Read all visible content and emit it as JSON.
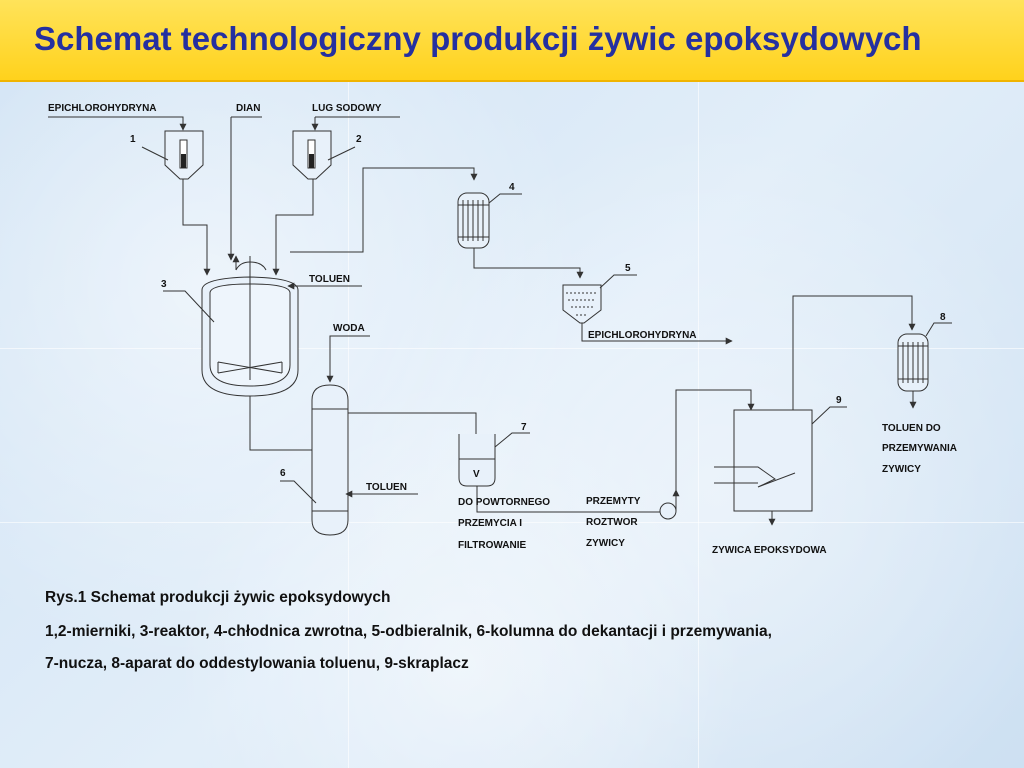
{
  "title": "Schemat technologiczny produkcji żywic epoksydowych",
  "labels": {
    "epichlorohydryna_in": "EPICHLOROHYDRYNA",
    "dian": "DIAN",
    "lug_sodowy": "LUG SODOWY",
    "toluen_reactor": "TOLUEN",
    "woda": "WODA",
    "epichlorohydryna_out": "EPICHLOROHYDRYNA",
    "toluen_column": "TOLUEN",
    "do_powtornego_1": "DO POWTORNEGO",
    "do_powtornego_2": "PRZEMYCIA I",
    "do_powtornego_3": "FILTROWANIE",
    "przemyty_1": "PRZEMYTY",
    "przemyty_2": "ROZTWOR",
    "przemyty_3": "ZYWICY",
    "toluen_do_1": "TOLUEN DO",
    "toluen_do_2": "PRZEMYWANIA",
    "toluen_do_3": "ZYWICY",
    "zywica_epoksydowa": "ZYWICA EPOKSYDOWA",
    "nucza_mark": "V"
  },
  "equipment_numbers": {
    "n1": "1",
    "n2": "2",
    "n3": "3",
    "n4": "4",
    "n5": "5",
    "n6": "6",
    "n7": "7",
    "n8": "8",
    "n9": "9"
  },
  "caption": {
    "line1": "Rys.1 Schemat produkcji żywic epoksydowych",
    "line2": "1,2-mierniki, 3-reaktor, 4-chłodnica zwrotna, 5-odbieralnik, 6-kolumna do dekantacji i przemywania,",
    "line3": "7-nucza, 8-aparat do oddestylowania toluenu, 9-skraplacz"
  },
  "colors": {
    "header": "#ffd21c",
    "title": "#2530a0",
    "line": "#333333"
  }
}
